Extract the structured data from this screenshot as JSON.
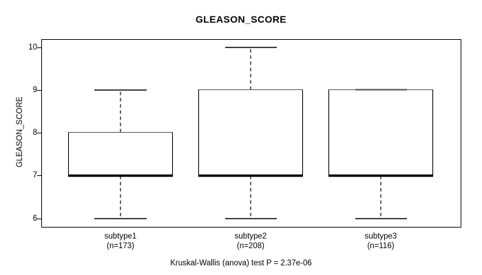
{
  "chart_data": {
    "type": "boxplot",
    "title": "GLEASON_SCORE",
    "subtitle": "Kruskal-Wallis (anova) test P = 2.37e-06",
    "xlabel": "",
    "ylabel": "GLEASON_SCORE",
    "ylim": [
      5.7,
      10.3
    ],
    "yticks": [
      6,
      7,
      8,
      9,
      10
    ],
    "ytick_labels": [
      "6",
      "7",
      "8",
      "9",
      "10"
    ],
    "grid": false,
    "legend": "none",
    "categories": [
      "subtype1",
      "subtype2",
      "subtype3"
    ],
    "category_counts": [
      "(n=173)",
      "(n=208)",
      "(n=116)"
    ],
    "boxes": [
      {
        "name": "subtype1",
        "n": 173,
        "whisker_low": 6,
        "q1": 7,
        "median": 7,
        "q3": 8,
        "whisker_high": 9
      },
      {
        "name": "subtype2",
        "n": 208,
        "whisker_low": 6,
        "q1": 7,
        "median": 7,
        "q3": 9,
        "whisker_high": 10
      },
      {
        "name": "subtype3",
        "n": 116,
        "whisker_low": 6,
        "q1": 7,
        "median": 7,
        "q3": 9,
        "whisker_high": 9
      }
    ],
    "colors": {
      "box_fill": "#ffffff",
      "box_stroke": "#000000",
      "median_stroke": "#000000",
      "whisker_stroke": "#000000",
      "frame_stroke": "#000000",
      "text": "#000000"
    }
  },
  "axis": {
    "ytick_0": "6",
    "ytick_1": "7",
    "ytick_2": "8",
    "ytick_3": "9",
    "ytick_4": "10"
  },
  "xlabels": [
    {
      "name": "subtype1",
      "count": "(n=173)"
    },
    {
      "name": "subtype2",
      "count": "(n=208)"
    },
    {
      "name": "subtype3",
      "count": "(n=116)"
    }
  ]
}
